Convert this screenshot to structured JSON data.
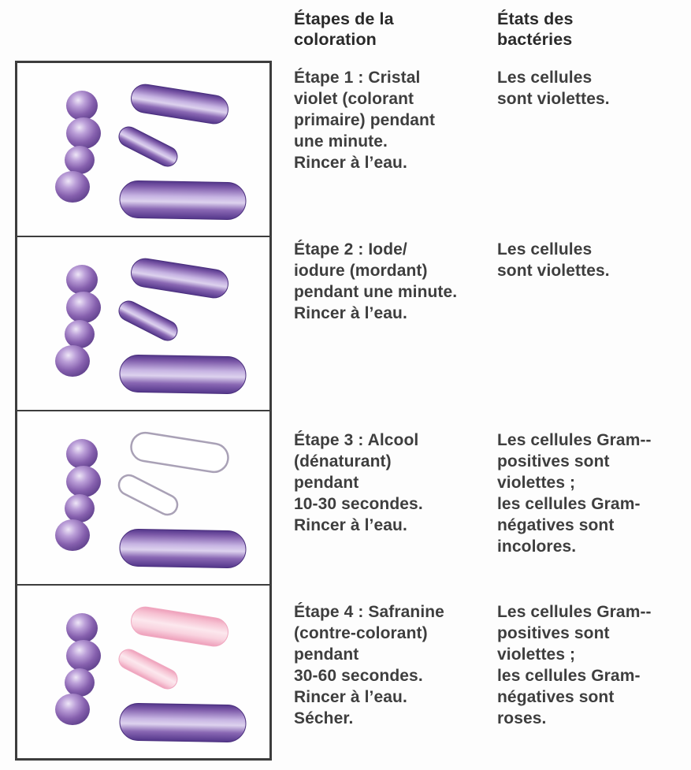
{
  "headers": {
    "steps": "Étapes de la\ncoloration",
    "states": "États des\nbactéries"
  },
  "rows": [
    {
      "step": "Étape 1 : Cristal\nviolet (colorant\nprimaire) pendant\nune minute.\nRincer à l’eau.",
      "state": "Les cellules\nsont violettes.",
      "panel": {
        "cocci": "purple",
        "rod_top": "purple",
        "rod_small": "purple",
        "rod_large": "purple"
      }
    },
    {
      "step": "Étape 2 : Iode/\niodure (mordant)\npendant une minute.\nRincer à l’eau.",
      "state": "Les cellules\nsont violettes.",
      "panel": {
        "cocci": "purple",
        "rod_top": "purple",
        "rod_small": "purple",
        "rod_large": "purple"
      }
    },
    {
      "step": "Étape 3 : Alcool\n(dénaturant)\npendant\n10-30 secondes.\nRincer à l’eau.",
      "state": "Les cellules Gram--\npositives sont\nviolettes ;\nles cellules Gram-\nnégatives sont\nincolores.",
      "panel": {
        "cocci": "purple",
        "rod_top": "clear",
        "rod_small": "clear",
        "rod_large": "purple"
      }
    },
    {
      "step": "Étape 4 : Safranine\n(contre-colorant)\npendant\n30-60 secondes.\nRincer à l’eau.\nSécher.",
      "state": "Les cellules Gram--\npositives sont\nviolettes ;\nles cellules Gram-\nnégatives sont\nroses.",
      "panel": {
        "cocci": "purple",
        "rod_top": "pink",
        "rod_small": "pink",
        "rod_large": "purple"
      }
    }
  ],
  "colors": {
    "background": "#fdfdfd",
    "frame": "#3d3d3d",
    "header_text": "#2a2a2a",
    "body_text": "#3e3e3e",
    "purple_dark": "#53368a",
    "purple_mid": "#8a68b4",
    "purple_highlight": "#ddd2ee",
    "sphere_dark": "#573a85",
    "sphere_highlight": "#eee6f7",
    "clear_fill": "#ffffff",
    "clear_outline": "#a9a1b6",
    "pink_dark": "#ee9fba",
    "pink_highlight": "#fce8ee"
  }
}
